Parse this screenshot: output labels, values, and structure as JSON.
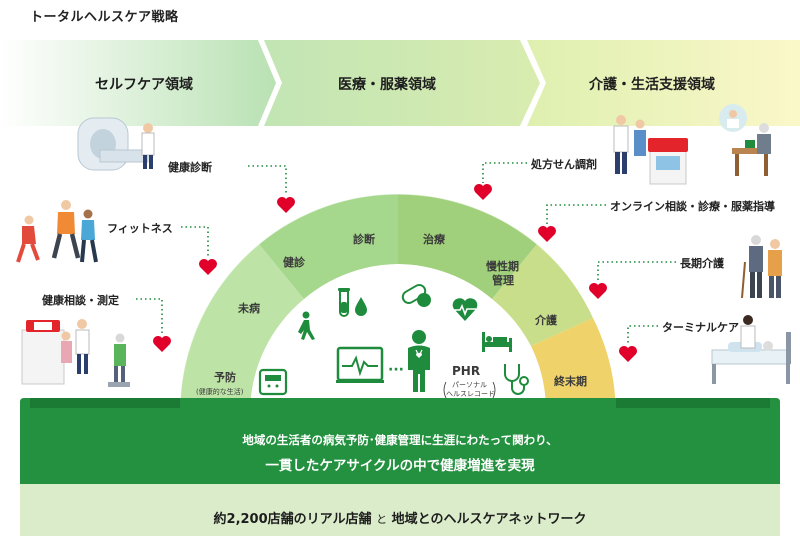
{
  "title": "トータルヘルスケア戦略",
  "domains": [
    "セルフケア領域",
    "医療・服薬領域",
    "介護・生活支援領域"
  ],
  "left_callouts": [
    "健康診断",
    "フィットネス",
    "健康相談・測定"
  ],
  "right_callouts": [
    "処方せん調剤",
    "オンライン相談・診療・服薬指導",
    "長期介護",
    "ターミナルケア"
  ],
  "arc_stages": [
    "予防",
    "未病",
    "健診",
    "診断",
    "治療",
    "慢性期",
    "管理",
    "介護",
    "終末期"
  ],
  "arc_stage_note": "(健康的な生活)",
  "phr": {
    "label": "PHR",
    "note_line1": "パーソナル",
    "note_line2": "ヘルスレコード"
  },
  "band": {
    "line1": "地域の生活者の病気予防･健康管理に生涯にわたって関わり、",
    "line2": "一貫したケアサイクルの中で健康増進を実現"
  },
  "footer": {
    "part1": "約2,200店舗のリアル店舗",
    "part2": "と",
    "part3": "地域とのヘルスケアネットワーク"
  },
  "colors": {
    "green": "#1e8c3c",
    "heart": "#e0002a",
    "arc_light": "#a8d88a",
    "arc_yellow": "#f2cf5c"
  },
  "icons": [
    "walking-person-icon",
    "test-tube-icon",
    "drop-icon",
    "pills-icon",
    "heart-pulse-icon",
    "hospital-bed-icon",
    "monitor-icon",
    "doctor-icon",
    "scale-icon",
    "stethoscope-icon"
  ]
}
